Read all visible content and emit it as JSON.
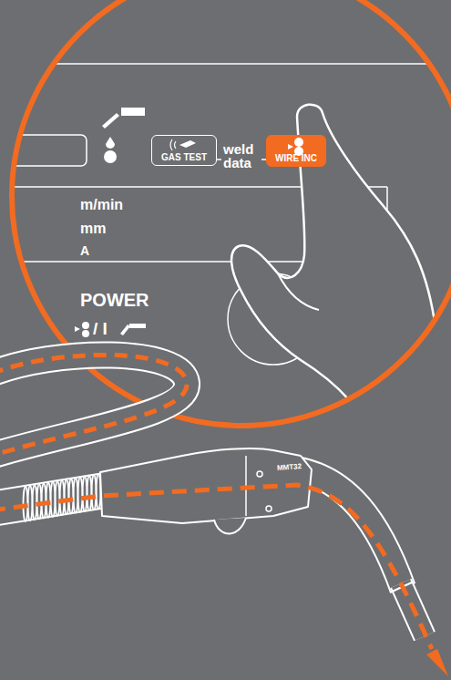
{
  "diagram": {
    "nodes": [
      {
        "text": [
          "GAS TEST"
        ]
      },
      {
        "text": [
          "WIRE INC"
        ]
      }
    ],
    "edges": [
      {
        "from": 0,
        "to": 1,
        "label": "weld data",
        "arrow": "none"
      }
    ],
    "labels": [
      "m/min",
      "mm",
      "A",
      "POWER",
      "/ I",
      "MMT32"
    ]
  }
}
